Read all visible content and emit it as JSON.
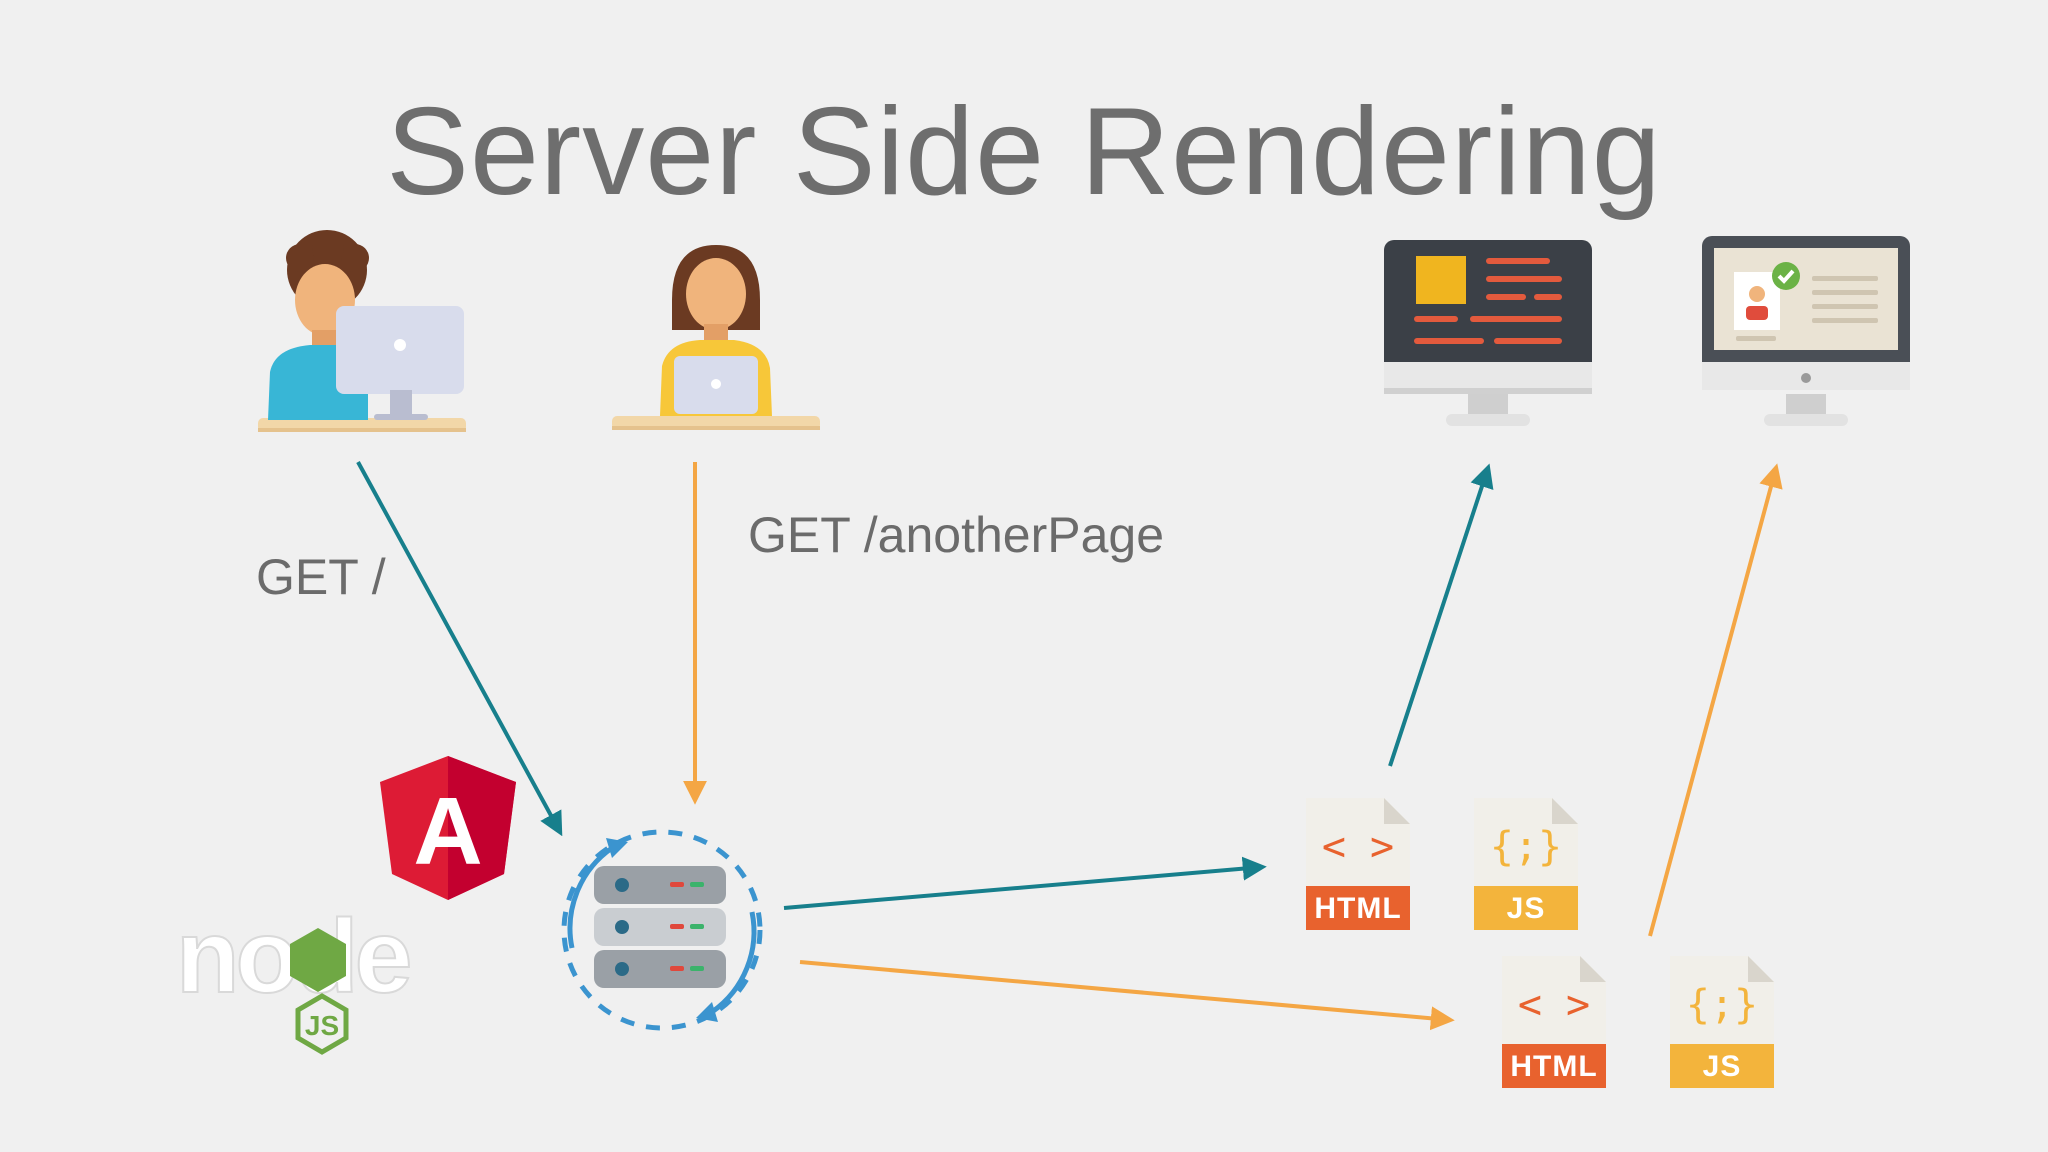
{
  "slide": {
    "title": "Server Side Rendering"
  },
  "flow": {
    "request_root_label": "GET /",
    "request_another_label": "GET /anotherPage"
  },
  "files": {
    "html_label": "HTML",
    "js_label": "JS",
    "html_glyph": "< >",
    "js_glyph": "{;}"
  },
  "logos": {
    "angular_letter": "A",
    "node_text": "node",
    "js_badge": "JS"
  },
  "colors": {
    "teal_arrow": "#177f8c",
    "orange_arrow": "#f4a644",
    "html_orange": "#e8622e",
    "js_yellow": "#f3b43c",
    "angular_red": "#dd1b35",
    "server_ring": "#3b94cf"
  },
  "icons": [
    "user-desktop-icon",
    "user-laptop-icon",
    "server-icon",
    "monitor-code-icon",
    "monitor-profile-icon",
    "html-file-icon",
    "js-file-icon",
    "angular-logo",
    "nodejs-logo"
  ]
}
